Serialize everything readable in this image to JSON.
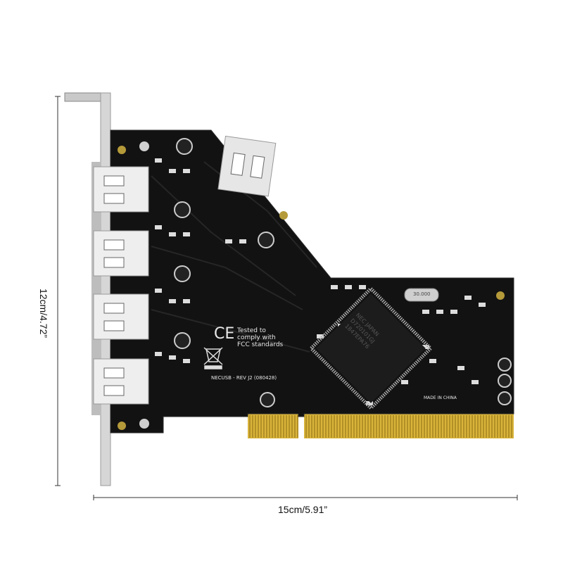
{
  "dimensions": {
    "height_label": "12cm/4.72”",
    "width_label": "15cm/5.91”"
  },
  "board": {
    "fcc_text": [
      "Tested to",
      "comply with",
      "FCC standards"
    ],
    "ce_mark": "CE",
    "revision": "NECUSB - REV J2 (080428)",
    "origin": "MADE IN CHINA",
    "chip_text": [
      "NEC JAPAN",
      "D720101GJ",
      "1847EPA76"
    ],
    "crystal_text": "30.000",
    "board_color": "#111111",
    "gold_color": "#d9b43a"
  }
}
